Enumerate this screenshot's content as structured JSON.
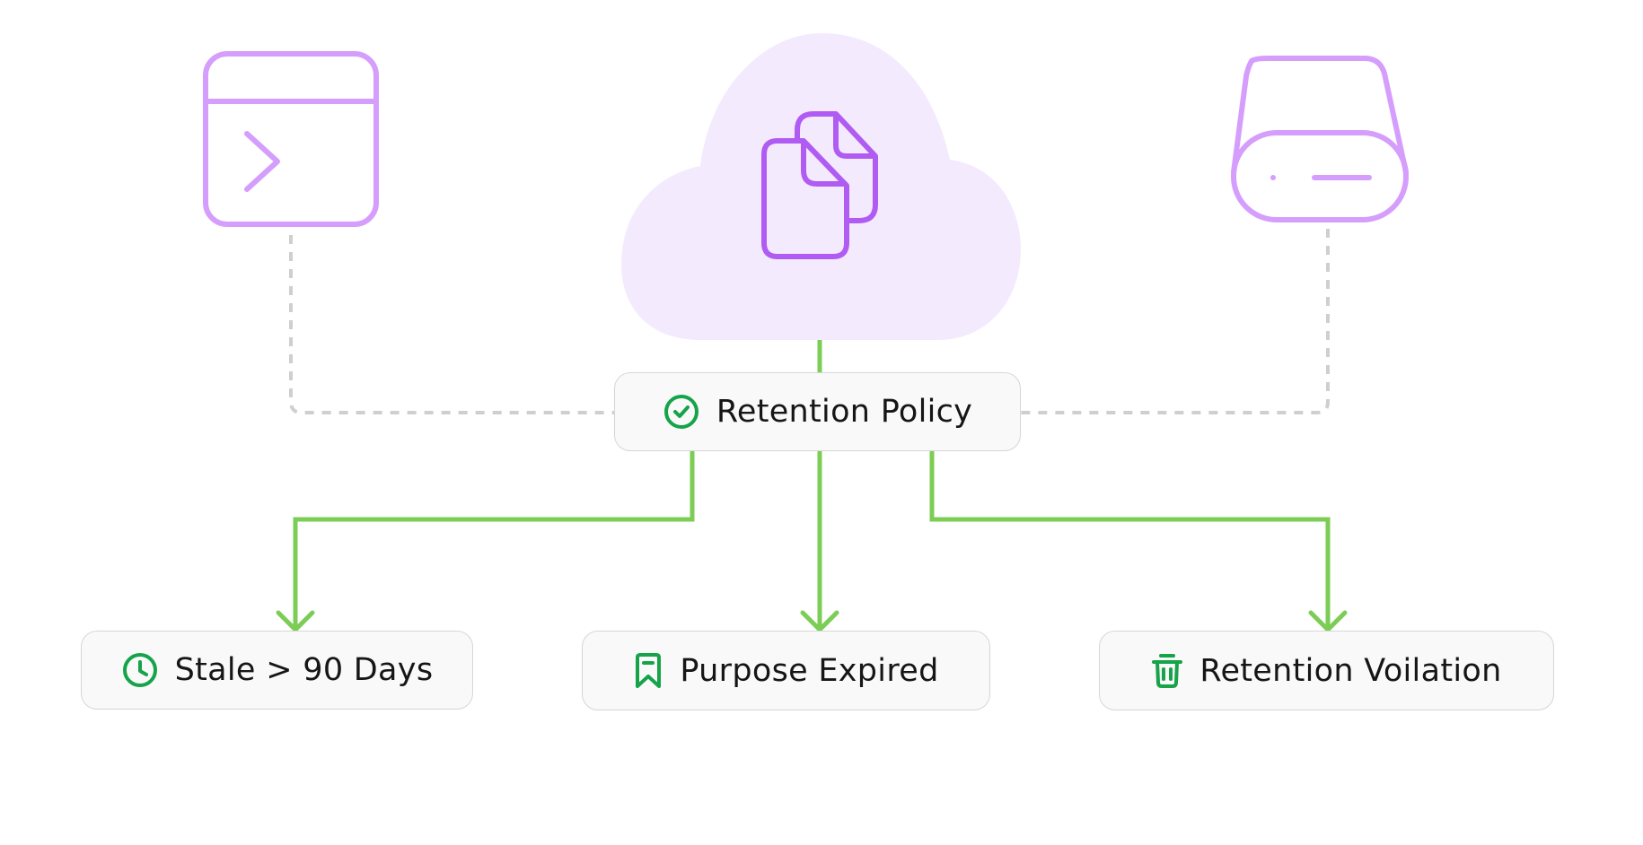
{
  "diagram": {
    "sources": [
      {
        "id": "terminal",
        "icon": "terminal-window-icon"
      },
      {
        "id": "cloud",
        "icon": "cloud-documents-icon"
      },
      {
        "id": "drive",
        "icon": "hard-drive-icon"
      }
    ],
    "center": {
      "label": "Retention Policy",
      "icon": "check-circle-icon"
    },
    "outcomes": [
      {
        "label": "Stale > 90 Days",
        "icon": "clock-icon"
      },
      {
        "label": "Purpose Expired",
        "icon": "bookmark-icon"
      },
      {
        "label": "Retention Voilation",
        "icon": "trash-icon"
      }
    ],
    "colors": {
      "source_icon": "#d59dfc",
      "cloud_fill": "#f4eafe",
      "document_icon": "#b05cf2",
      "connector_active": "#7ccd55",
      "connector_inactive": "#cfcfcf",
      "status_icon": "#16a34a",
      "node_bg": "#f9f9f9",
      "node_border": "#d6d6d6",
      "text": "#161616"
    }
  }
}
